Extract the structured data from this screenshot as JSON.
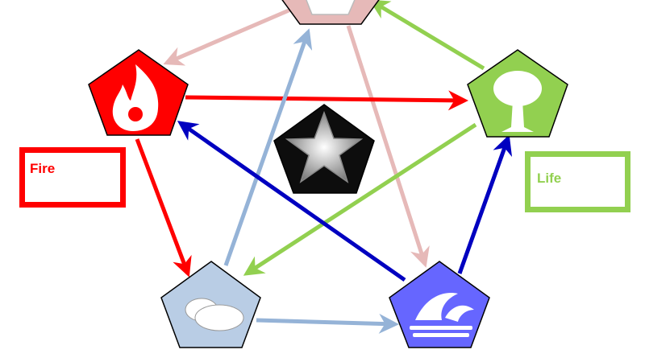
{
  "labels": {
    "fire": "Fire",
    "life": "Life"
  },
  "colors": {
    "fire": "#ff0000",
    "life": "#92d050",
    "top": "#e6b9b8",
    "cloud": "#b9cde5",
    "water": "#6666ff",
    "water_arrow": "#0000c0",
    "cloud_arrow": "#95b3d7"
  },
  "nodes": [
    {
      "name": "fire",
      "icon": "flame-icon"
    },
    {
      "name": "life",
      "icon": "tree-icon"
    },
    {
      "name": "cloud",
      "icon": "cloud-icon"
    },
    {
      "name": "water",
      "icon": "wave-icon"
    },
    {
      "name": "center",
      "icon": "star-icon"
    },
    {
      "name": "top",
      "icon": "unknown"
    }
  ]
}
